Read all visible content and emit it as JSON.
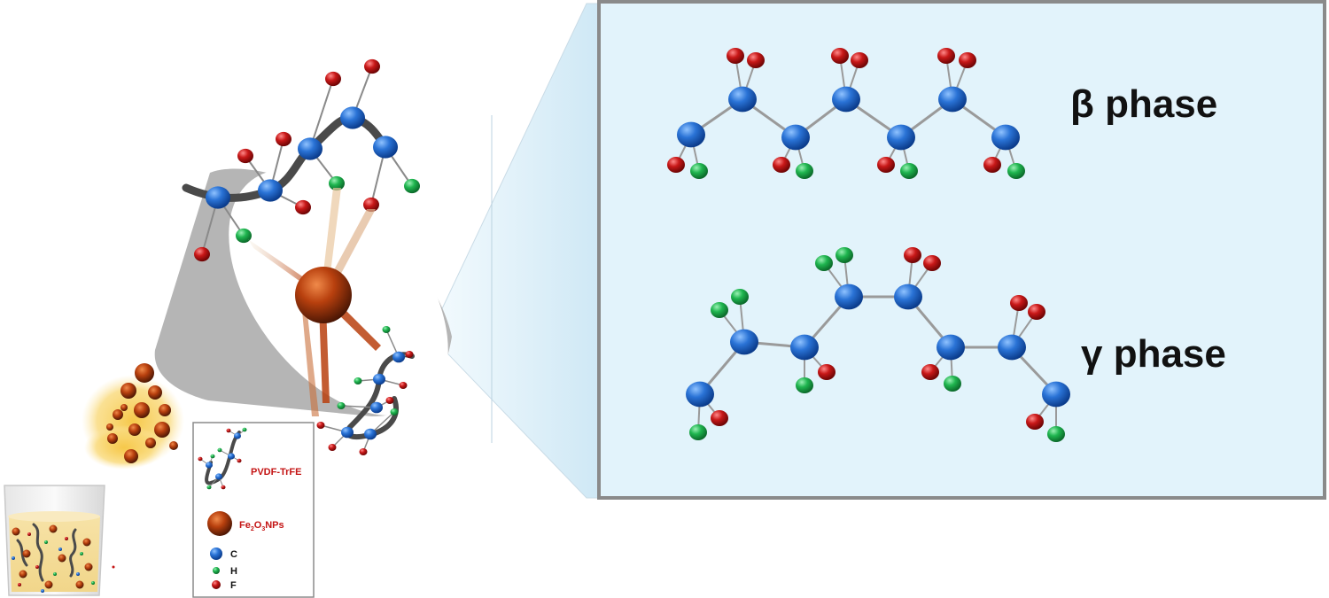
{
  "panel": {
    "beta_label": "β phase",
    "gamma_label": "γ phase"
  },
  "legend": {
    "polymer_label": "PVDF-TrFE",
    "np_label_main": "Fe",
    "np_label_sub1": "2",
    "np_label_mid": "O",
    "np_label_sub2": "3",
    "np_label_end": "NPs",
    "carbon_label": "C",
    "hydrogen_label": "H",
    "fluorine_label": "F"
  },
  "colors": {
    "carbon": "#1f64c9",
    "hydrogen": "#1bb24c",
    "fluorine": "#c41414",
    "nanoparticle": "#b8400e",
    "panel_bg": "#e2f3fb",
    "panel_border": "#8a8a8a",
    "backbone": "#4a4a4a",
    "legend_text": "#c41414"
  }
}
